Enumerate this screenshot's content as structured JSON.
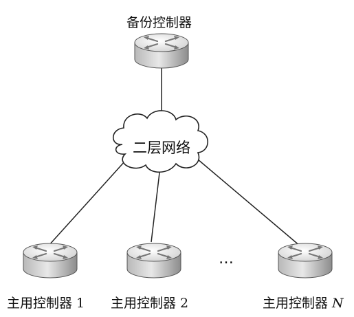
{
  "backup": {
    "label": "备份控制器"
  },
  "network": {
    "label": "二层网络"
  },
  "primaries": [
    {
      "prefix": "主用控制器 ",
      "suffix": "1"
    },
    {
      "prefix": "主用控制器 ",
      "suffix": "2"
    },
    {
      "prefix": "主用控制器 ",
      "suffix": "N"
    }
  ],
  "ellipsis": "…",
  "colors": {
    "line": "#222222",
    "router_top": "#f2f2f2",
    "router_side": "#a8a8a8",
    "arrow": "#7a7a7a"
  },
  "icons": {
    "router": "router-icon",
    "cloud": "cloud-icon"
  }
}
